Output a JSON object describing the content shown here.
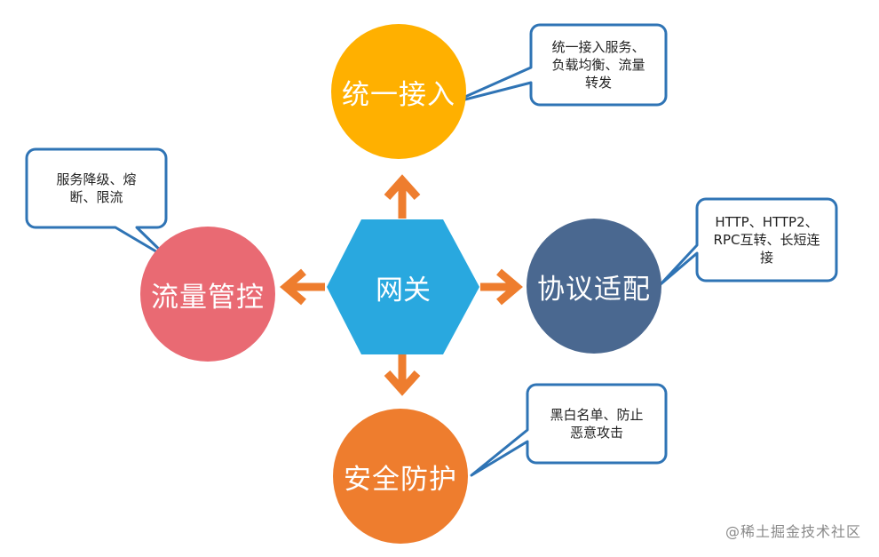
{
  "center": {
    "label": "网关",
    "color": "#29A8DF"
  },
  "nodes": [
    {
      "id": "unified-access",
      "label": "统一接入",
      "color": "#FFB000",
      "callout": [
        "统一接入服务、",
        "负载均衡、流量",
        "转发"
      ]
    },
    {
      "id": "protocol-adapt",
      "label": "协议适配",
      "color": "#4A6890",
      "callout": [
        "HTTP、HTTP2、",
        "RPC互转、长短连",
        "接"
      ]
    },
    {
      "id": "security",
      "label": "安全防护",
      "color": "#EE7D2E",
      "callout": [
        "黑白名单、防止",
        "恶意攻击"
      ]
    },
    {
      "id": "traffic-control",
      "label": "流量管控",
      "color": "#E96A73",
      "callout": [
        "服务降级、熔",
        "断、限流"
      ]
    }
  ],
  "colors": {
    "arrow": "#EE7D2E",
    "callout_border": "#2F74B5"
  },
  "watermark": "@稀土掘金技术社区"
}
